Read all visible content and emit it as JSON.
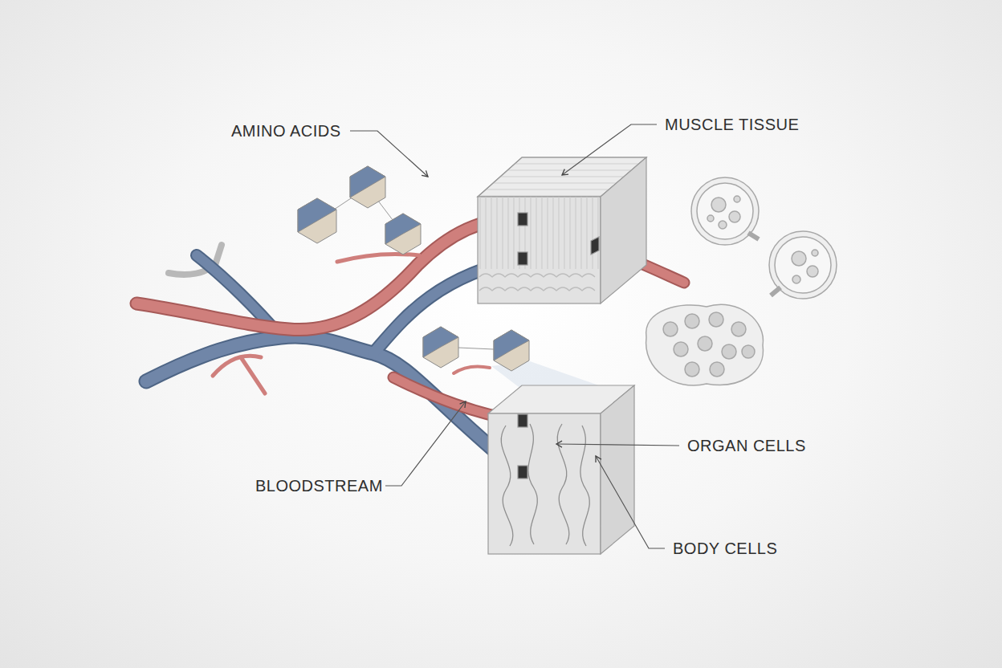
{
  "diagram": {
    "labels": [
      "AMINO ACIDS",
      "MUSCLE TISSUE",
      "ORGAN CELLS",
      "BLOODSTREAM",
      "BODY CELLS"
    ]
  }
}
